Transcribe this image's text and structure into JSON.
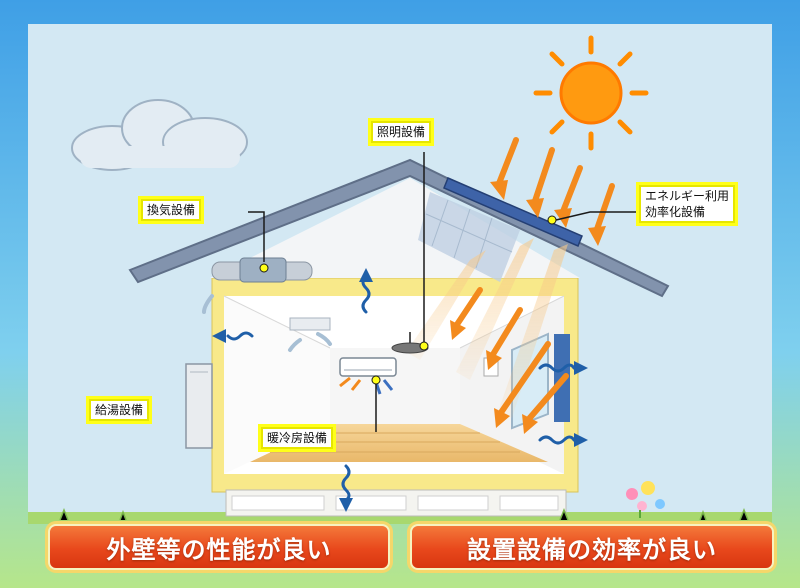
{
  "labels": {
    "lighting": "照明設備",
    "ventilation": "換気設備",
    "energy": "エネルギー利用\n効率化設備",
    "hot_water": "給湯設備",
    "air_conditioning": "暖冷房設備"
  },
  "banners": {
    "left": "外壁等の性能が良い",
    "right": "設置設備の効率が良い"
  },
  "colors": {
    "sky": "#cfe6f2",
    "background_gradient_top": "#4aa8e8",
    "background_gradient_bottom": "#a8e07a",
    "wall_insulation": "#f8e98a",
    "roof": "#7e8ea8",
    "sun": "#ff8c00",
    "sun_rays": "#f38a1d",
    "heat_arrow": "#1f5fa8",
    "label_border": "#ffff19",
    "banner": "#e8481c"
  },
  "icons": [
    "sun-icon",
    "cloud-icon",
    "solar-panel-icon",
    "ventilation-fan-icon",
    "air-conditioner-icon",
    "ceiling-light-icon",
    "water-heater-icon",
    "flower-icon"
  ]
}
